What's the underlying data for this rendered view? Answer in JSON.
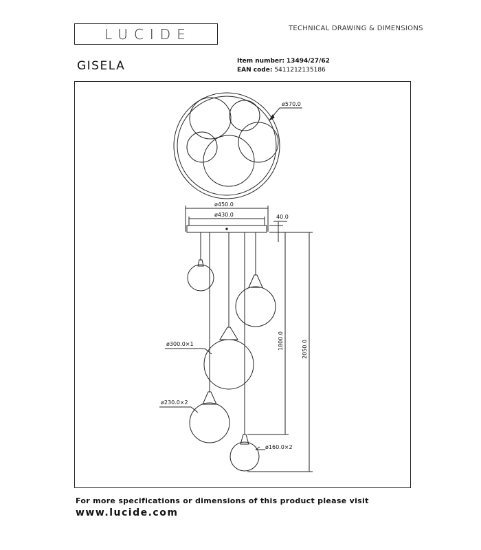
{
  "brand": {
    "logo_text": "LUCIDE"
  },
  "header": {
    "doc_title": "TECHNICAL DRAWING & DIMENSIONS"
  },
  "product": {
    "name": "GISELA",
    "item_label": "Item number:",
    "item_value": "13494/27/62",
    "ean_label": "EAN code:",
    "ean_value": "5411212135186"
  },
  "dimensions": {
    "canopy_top_diameter": "ø570.0",
    "canopy_outer": "ø450.0",
    "canopy_inner": "ø430.0",
    "canopy_height": "40.0",
    "drop_1800": "1800.0",
    "drop_2050": "2050.0",
    "globe_large": "ø300.0×1",
    "globe_medium": "ø230.0×2",
    "globe_small": "ø160.0×2"
  },
  "footer": {
    "line1": "For more specifications or dimensions of this product please visit",
    "line2": "www.lucide.com"
  },
  "colors": {
    "line": "#222222",
    "background": "#ffffff"
  }
}
